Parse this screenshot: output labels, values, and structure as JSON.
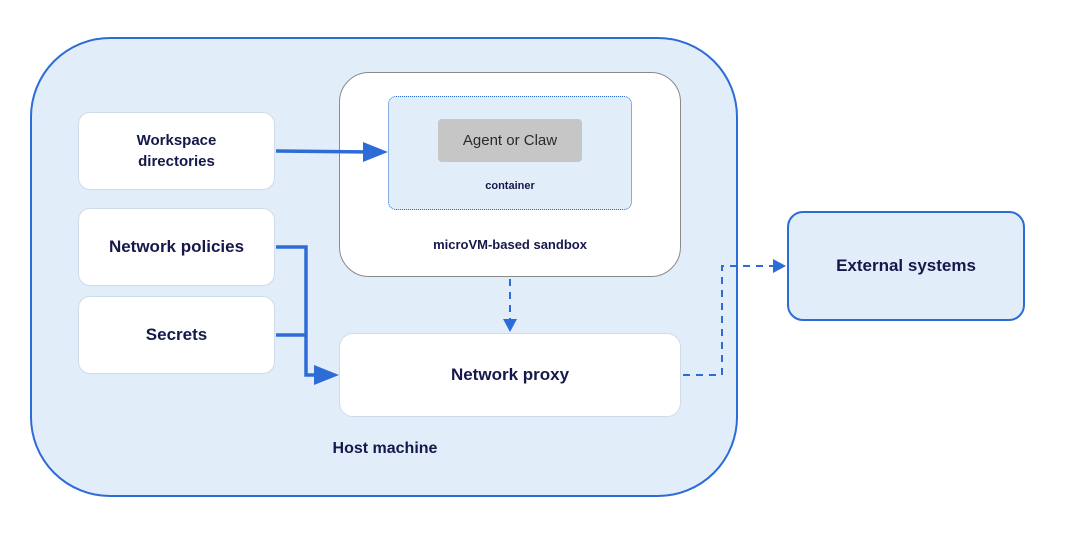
{
  "host": {
    "label": "Host machine"
  },
  "inputs": {
    "workspace": "Workspace\ndirectories",
    "network_policies": "Network policies",
    "secrets": "Secrets"
  },
  "sandbox": {
    "label": "microVM-based sandbox",
    "container_label": "container",
    "agent_label": "Agent or Claw"
  },
  "proxy": {
    "label": "Network proxy"
  },
  "external": {
    "label": "External systems"
  },
  "colors": {
    "accent": "#2d6bd6",
    "panel_fill": "#e1eefa",
    "text": "#15184a",
    "agent_fill": "#c6c6c6"
  }
}
